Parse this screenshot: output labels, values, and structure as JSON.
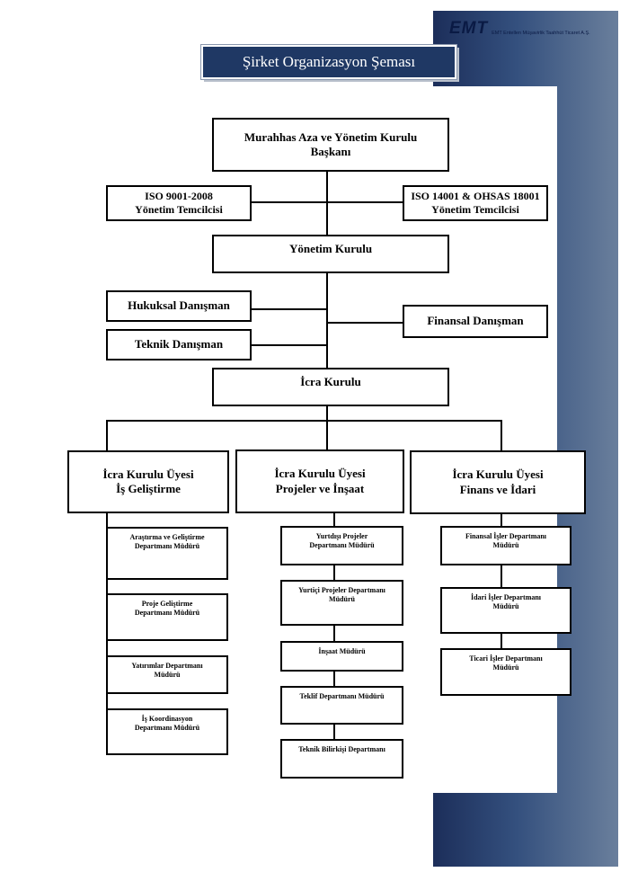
{
  "logo": {
    "mark": "EMT",
    "company": "EMT Entellen Müşavirlik Taahhüt Ticaret A.Ş."
  },
  "title": "Şirket Organizasyon Şeması",
  "chairman": "Murahhas Aza ve Yönetim Kurulu Başkanı",
  "iso9001": [
    "ISO 9001-2008",
    "Yönetim Temcilcisi"
  ],
  "iso14001": [
    "ISO 14001 & OHSAS 18001",
    "Yönetim Temcilcisi"
  ],
  "board": "Yönetim Kurulu",
  "legal_advisor": "Hukuksal Danışman",
  "technical_advisor": "Teknik Danışman",
  "financial_advisor": "Finansal Danışman",
  "executive_board": "İcra Kurulu",
  "members": {
    "business": [
      "İcra Kurulu Üyesi",
      "İş Geliştirme"
    ],
    "projects": [
      "İcra Kurulu Üyesi",
      "Projeler ve İnşaat"
    ],
    "finance": [
      "İcra Kurulu Üyesi",
      "Finans ve İdari"
    ]
  },
  "business_departments": [
    "Araştırma ve Geliştirme Departmanı Müdürü",
    "Proje Geliştirme Departmanı Müdürü",
    "Yatırımlar Departmanı Müdürü",
    "İş Koordinasyon Departmanı Müdürü"
  ],
  "project_departments": [
    "Yurtdışı Projeler Departmanı Müdürü",
    "Yurtiçi Projeler Departmanı Müdürü",
    "İnşaat Müdürü",
    "Teklif Departmanı Müdürü",
    "Teknik Bilirkişi Departmanı"
  ],
  "finance_departments": [
    "Finansal İşler Departmanı Müdürü",
    "İdari İşler Departmanı Müdürü",
    "Ticari İşler Departmanı Müdürü"
  ]
}
